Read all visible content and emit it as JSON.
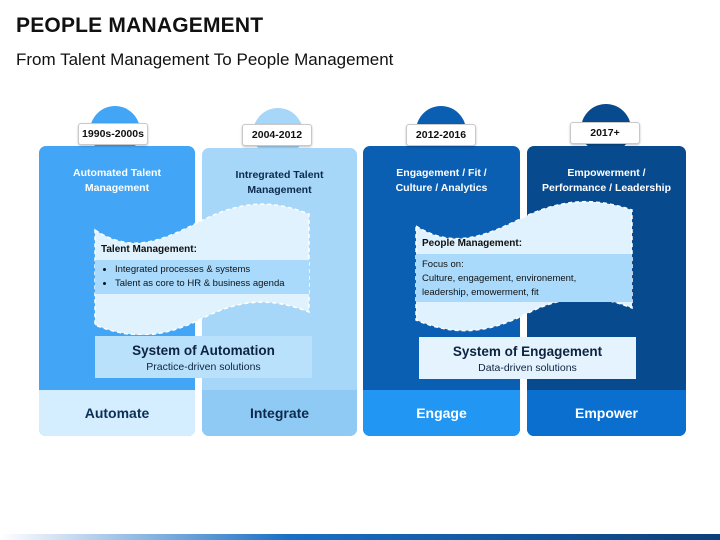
{
  "header": {
    "title": "PEOPLE MANAGEMENT",
    "subtitle": "From Talent Management To People Management"
  },
  "colors": {
    "col1": "#42a5f5",
    "col2": "#a6d6f8",
    "col3": "#0b5fb2",
    "col4": "#084a8e"
  },
  "columns": [
    {
      "period": "1990s-2000s",
      "heading": "Automated Talent Management",
      "footer": "Automate"
    },
    {
      "period": "2004-2012",
      "heading": "Intregrated Talent Management",
      "footer": "Integrate"
    },
    {
      "period": "2012-2016",
      "heading": "Engagement / Fit / Culture / Analytics",
      "footer": "Engage"
    },
    {
      "period": "2017+",
      "heading": "Empowerment / Performance / Leadership",
      "footer": "Empower"
    }
  ],
  "talent_banner": {
    "title": "Talent Management:",
    "bullets": [
      "Integrated processes & systems",
      "Talent as core to HR & business agenda"
    ]
  },
  "people_banner": {
    "title": "People Management:",
    "line1": "Focus on:",
    "line2": "Culture, engagement, environement,",
    "line3": "leadership, emowerment, fit"
  },
  "system_automation": {
    "title": "System of Automation",
    "subtitle": "Practice-driven solutions"
  },
  "system_engagement": {
    "title": "System of Engagement",
    "subtitle": "Data-driven solutions"
  }
}
